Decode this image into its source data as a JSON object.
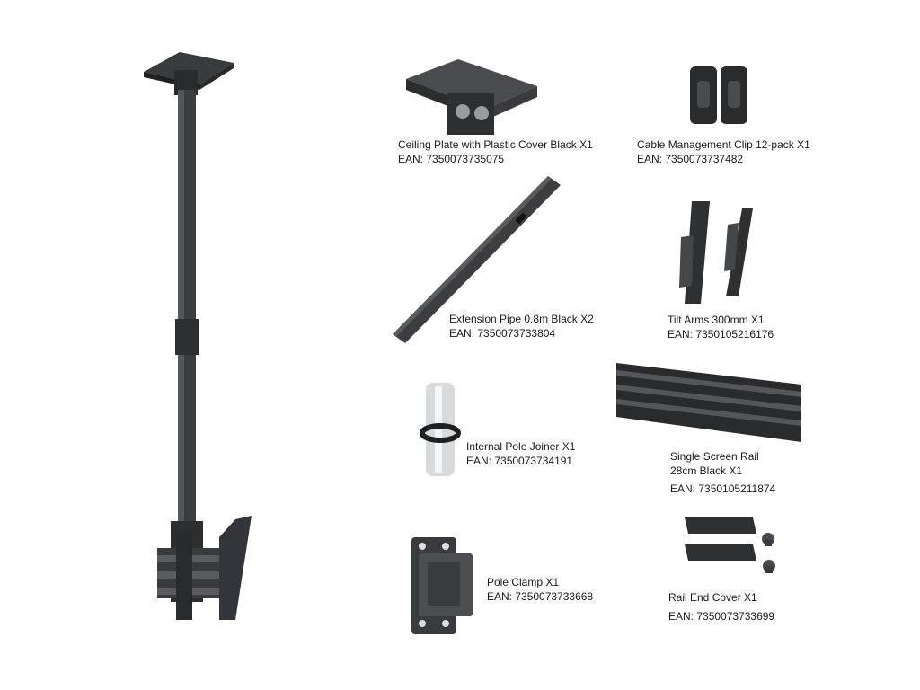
{
  "items": [
    {
      "name": "Ceiling Plate with Plastic Cover Black X1",
      "ean": "EAN: 7350073735075"
    },
    {
      "name": "Cable Management Clip 12-pack X1",
      "ean": "EAN: 7350073737482"
    },
    {
      "name": "Extension Pipe 0.8m Black X2",
      "ean": "EAN: 7350073733804"
    },
    {
      "name": "Tilt Arms 300mm X1",
      "ean": "EAN: 7350105216176"
    },
    {
      "name": "Internal Pole Joiner X1",
      "ean": "EAN: 7350073734191"
    },
    {
      "name_line1": "Single Screen Rail",
      "name_line2": "28cm Black X1",
      "ean": "EAN: 7350105211874"
    },
    {
      "name": "Pole Clamp X1",
      "ean": "EAN: 7350073733668"
    },
    {
      "name": "Rail End Cover X1",
      "ean": "EAN: 7350073733699"
    }
  ],
  "colors": {
    "metal_dark": "#2d2e30",
    "metal_mid": "#4a4b4e",
    "metal_light": "#6c6d70",
    "joiner": "#d8dadc"
  }
}
